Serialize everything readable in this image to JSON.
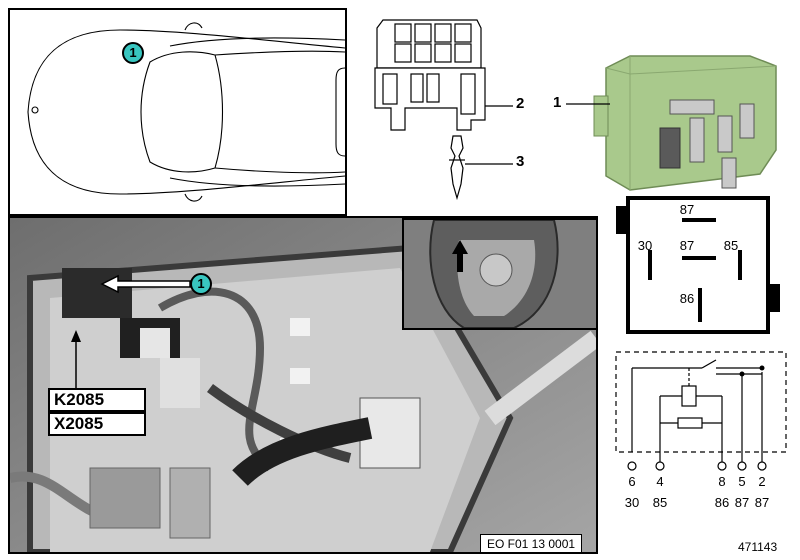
{
  "callout_number": "1",
  "part_labels": {
    "relay": "1",
    "connector": "2",
    "terminal": "3"
  },
  "relay_pins": {
    "top": "87",
    "left": "30",
    "center": "87",
    "right": "85",
    "bottom": "86"
  },
  "schematic_terminals": [
    {
      "number": "6",
      "name": "30"
    },
    {
      "number": "4",
      "name": "85"
    },
    {
      "number": "8",
      "name": "86"
    },
    {
      "number": "5",
      "name": "87"
    },
    {
      "number": "2",
      "name": "87"
    }
  ],
  "codes": {
    "relay": "K2085",
    "connector": "X2085"
  },
  "photo_reference": "EO F01 13 0001",
  "figure_number": "471143",
  "colors": {
    "callout": "#39c6c0",
    "relay_body": "#a9c98c"
  }
}
